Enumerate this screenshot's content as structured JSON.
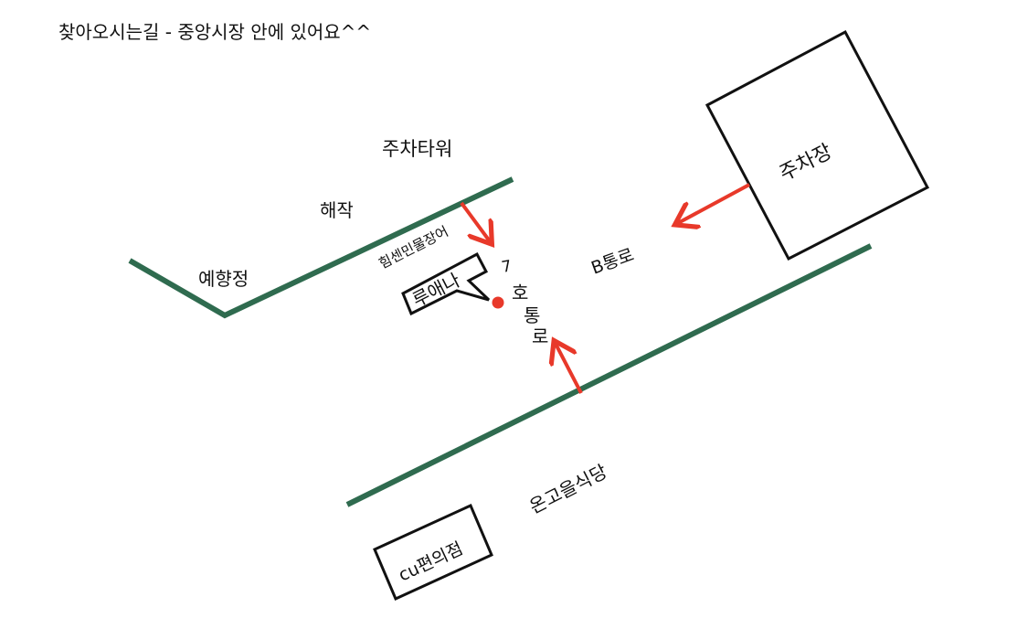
{
  "title": "찾아오시는길 - 중앙시장 안에 있어요^^",
  "labels": {
    "parking_tower": "주차타워",
    "haejak": "해작",
    "yehyangjeong": "예향정",
    "eel_shop": "힘센민물장어",
    "store": "루애나",
    "passage7_num": "7",
    "passage7_chars": [
      "호",
      "통",
      "로"
    ],
    "passage_b": "B통로",
    "parking_lot": "주차장",
    "restaurant": "온고을식당",
    "convenience": "cu편의점"
  },
  "colors": {
    "road": "#2f6b4f",
    "arrow": "#e8392a",
    "marker": "#e8392a"
  }
}
